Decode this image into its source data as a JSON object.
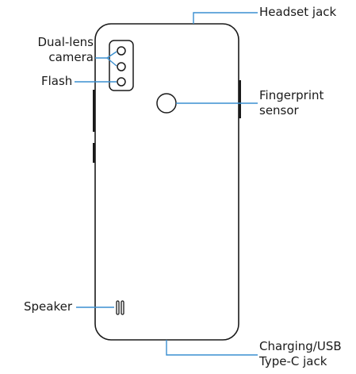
{
  "labels": {
    "headset_jack": "Headset jack",
    "dual_lens_camera_line1": "Dual-lens",
    "dual_lens_camera_line2": "camera",
    "flash": "Flash",
    "fingerprint_sensor_line1": "Fingerprint",
    "fingerprint_sensor_line2": "sensor",
    "speaker": "Speaker",
    "charging_line1": "Charging/USB",
    "charging_line2": "Type-C jack"
  },
  "colors": {
    "outline": "#1a1a1a",
    "callout_line": "#3a8fd0"
  }
}
